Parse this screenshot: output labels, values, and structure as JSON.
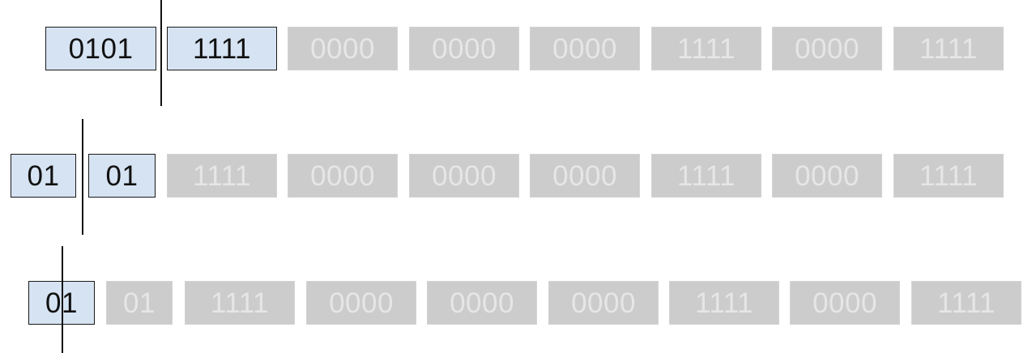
{
  "rows": [
    {
      "cells": [
        {
          "label": "0101",
          "state": "active"
        },
        {
          "label": "1111",
          "state": "active"
        },
        {
          "label": "0000",
          "state": "inactive"
        },
        {
          "label": "0000",
          "state": "inactive"
        },
        {
          "label": "0000",
          "state": "inactive"
        },
        {
          "label": "1111",
          "state": "inactive"
        },
        {
          "label": "0000",
          "state": "inactive"
        },
        {
          "label": "1111",
          "state": "inactive"
        }
      ]
    },
    {
      "cells": [
        {
          "label": "01",
          "state": "active"
        },
        {
          "label": "01",
          "state": "active"
        },
        {
          "label": "1111",
          "state": "inactive"
        },
        {
          "label": "0000",
          "state": "inactive"
        },
        {
          "label": "0000",
          "state": "inactive"
        },
        {
          "label": "0000",
          "state": "inactive"
        },
        {
          "label": "1111",
          "state": "inactive"
        },
        {
          "label": "0000",
          "state": "inactive"
        },
        {
          "label": "1111",
          "state": "inactive"
        }
      ]
    },
    {
      "cells": [
        {
          "label": "01",
          "state": "active"
        },
        {
          "label": "01",
          "state": "inactive"
        },
        {
          "label": "1111",
          "state": "inactive"
        },
        {
          "label": "0000",
          "state": "inactive"
        },
        {
          "label": "0000",
          "state": "inactive"
        },
        {
          "label": "0000",
          "state": "inactive"
        },
        {
          "label": "1111",
          "state": "inactive"
        },
        {
          "label": "0000",
          "state": "inactive"
        },
        {
          "label": "1111",
          "state": "inactive"
        }
      ]
    }
  ],
  "colors": {
    "active_fill": "#d6e3f2",
    "active_border": "#1a1a1a",
    "inactive_fill": "#cccccc",
    "inactive_text": "#e6e6e6",
    "divider": "#111111"
  }
}
